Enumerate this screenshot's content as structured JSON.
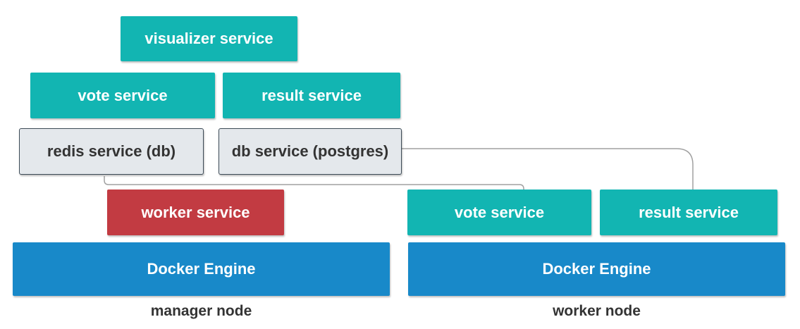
{
  "colors": {
    "teal": "#12b5b2",
    "red": "#c23b42",
    "blue": "#1889c9",
    "db_fill": "#e4e8ec",
    "db_border": "#3d4b57",
    "db_text": "#333333",
    "connector": "#a0a0a0"
  },
  "manager": {
    "visualizer_label": "visualizer service",
    "vote_label": "vote service",
    "result_label": "result service",
    "redis_label": "redis service (db)",
    "postgres_label": "db service (postgres)",
    "worker_label": "worker service",
    "engine_label": "Docker Engine",
    "node_label": "manager node"
  },
  "worker": {
    "vote_label": "vote service",
    "result_label": "result service",
    "engine_label": "Docker Engine",
    "node_label": "worker node"
  }
}
